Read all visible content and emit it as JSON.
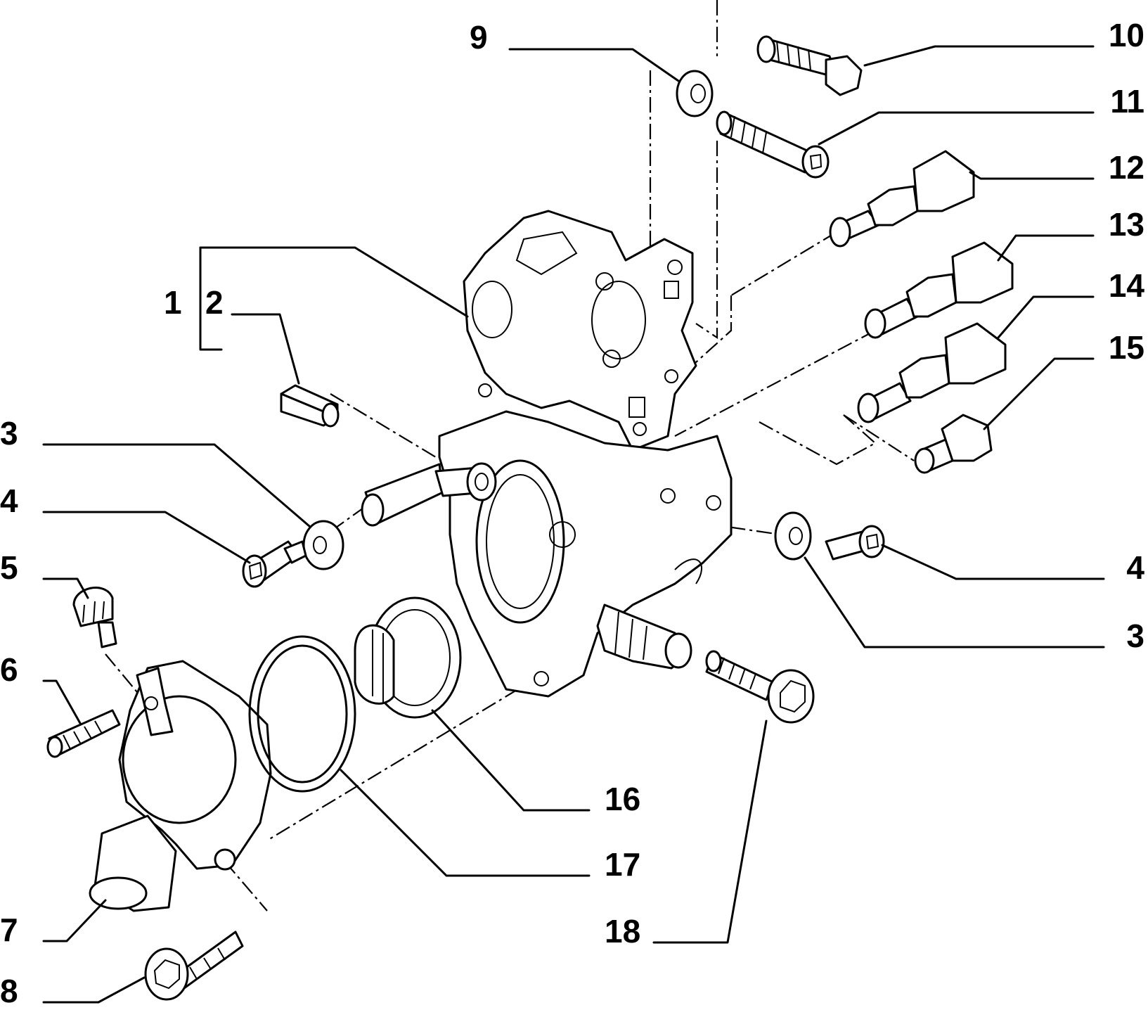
{
  "callouts": {
    "c1": "1",
    "c2": "2",
    "c3_left": "3",
    "c4_left": "4",
    "c5": "5",
    "c6": "6",
    "c7": "7",
    "c8": "8",
    "c9": "9",
    "c10": "10",
    "c11": "11",
    "c12": "12",
    "c13": "13",
    "c14": "14",
    "c15": "15",
    "c4_right": "4",
    "c3_right": "3",
    "c16": "16",
    "c17": "17",
    "c18": "18"
  },
  "colors": {
    "ink": "#000000",
    "paper": "#ffffff"
  }
}
